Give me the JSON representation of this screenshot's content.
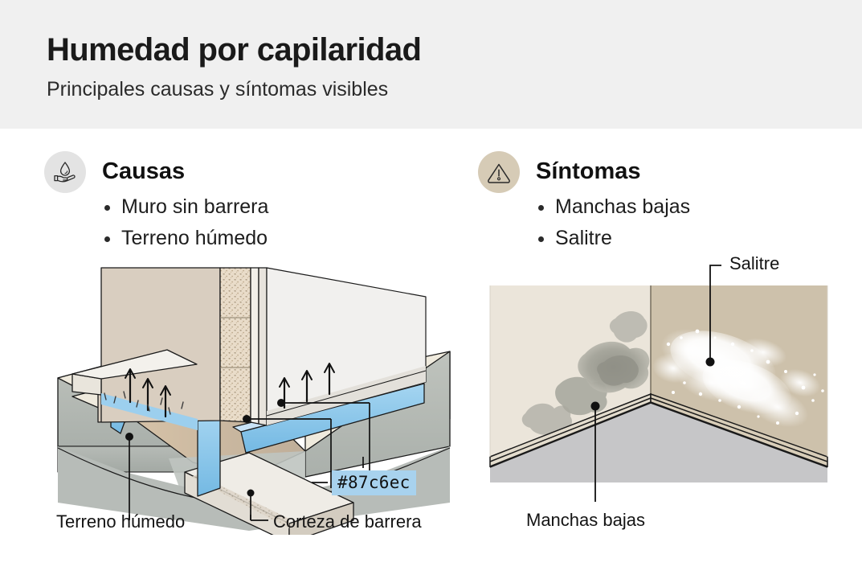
{
  "header": {
    "title": "Humedad por capilaridad",
    "subtitle": "Principales causas y síntomas visibles",
    "band_color": "#f0f0f0"
  },
  "sections": [
    {
      "id": "causas",
      "title": "Causas",
      "icon": "hand-water-drop-icon",
      "icon_bg": "#e3e3e3",
      "bullets": [
        "Muro sin barrera",
        "Terreno húmedo"
      ]
    },
    {
      "id": "sintomas",
      "title": "Síntomas",
      "icon": "warning-triangle-icon",
      "icon_bg": "#d6cbb6",
      "bullets": [
        "Manchas bajas",
        "Salitre"
      ]
    }
  ],
  "illustration_left": {
    "name": "wall-foundation-cross-section",
    "callouts": [
      {
        "id": "terreno",
        "label": "Terreno húmedo"
      },
      {
        "id": "corteza",
        "label": "Corteza de barrera"
      }
    ],
    "hex_chip": {
      "label": "#87c6ec",
      "color": "#87c6ec",
      "chip_bg": "#a8d2ee"
    },
    "colors": {
      "wall_face": "#d9cec0",
      "wall_side": "#eceae6",
      "masonry_core": "#e6d9c6",
      "moisture_blue": "#87c6ec",
      "moisture_blue_dark": "#6fb4e0",
      "soil_top": "#efeadd",
      "soil_side": "#b9bdb8",
      "soil_side_dark": "#a9aea8",
      "trench_fill": "#cbb9a4",
      "footing": "#efece6",
      "outline": "#1a1a1a"
    },
    "arrow_count": 6,
    "arrow_meaning": "rising-damp-upward"
  },
  "illustration_right": {
    "name": "room-corner-damp-stains",
    "callouts": [
      {
        "id": "salitre",
        "label": "Salitre"
      },
      {
        "id": "manchas",
        "label": "Manchas bajas"
      }
    ],
    "colors": {
      "wall_left": "#ebe5da",
      "wall_right": "#cdc1ab",
      "floor": "#c6c6c8",
      "skirting": "#e0d8ca",
      "stain": "#9a9a92",
      "stain_light": "#b3b2a8",
      "efflorescence": "#ffffff",
      "outline": "#1a1a1a"
    }
  }
}
